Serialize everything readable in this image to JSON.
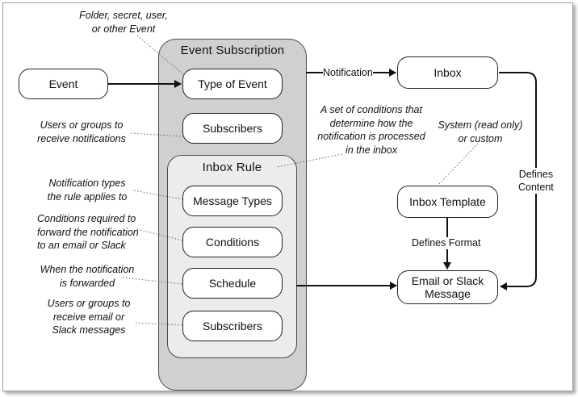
{
  "groups": {
    "event_subscription": "Event Subscription",
    "inbox_rule": "Inbox Rule"
  },
  "nodes": {
    "event": "Event",
    "type_of_event": "Type of Event",
    "subscribers_top": "Subscribers",
    "message_types": "Message Types",
    "conditions": "Conditions",
    "schedule": "Schedule",
    "subscribers_bottom": "Subscribers",
    "inbox": "Inbox",
    "inbox_template": "Inbox Template",
    "email_line1": "Email or Slack",
    "email_line2": "Message"
  },
  "notes": {
    "folder": [
      "Folder, secret, user,",
      "or other Event"
    ],
    "users_receive": [
      "Users or groups to",
      "receive notifications"
    ],
    "notif_types": [
      "Notification types",
      "the rule applies to"
    ],
    "conditions_req": [
      "Conditions required to",
      "forward the notification",
      "to an email or Slack"
    ],
    "when_forwarded": [
      "When the notification",
      "is forwarded"
    ],
    "users_email": [
      "Users or groups to",
      "receive email or",
      "Slack messages"
    ],
    "set_conditions": [
      "A set of conditions that",
      "determine how the",
      "notification is processed",
      "in the inbox"
    ],
    "system": [
      "System (read only)",
      "or custom"
    ]
  },
  "edge_labels": {
    "notification": "Notification",
    "defines_content_1": "Defines",
    "defines_content_2": "Content",
    "defines_format": "Defines Format"
  }
}
